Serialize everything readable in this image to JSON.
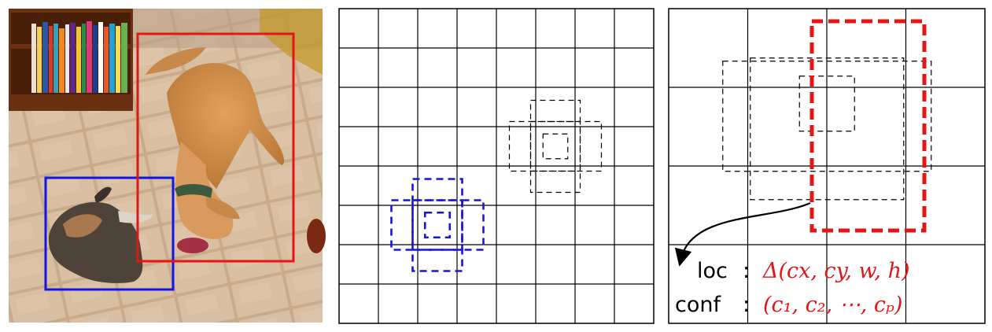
{
  "panels": {
    "photo": {
      "box_colors": {
        "cat": "#1515e0",
        "dog": "#e51515"
      },
      "scene": [
        "bookshelf",
        "tiled-floor",
        "cat",
        "dog"
      ]
    },
    "grid_8x8": {
      "rows": 8,
      "cols": 8,
      "box_colors": {
        "match": "#1515e0",
        "default": "#000000"
      }
    },
    "grid_4x4": {
      "rows": 4,
      "cols": 4,
      "box_colors": {
        "match": "#e51515",
        "default": "#000000"
      }
    }
  },
  "annotations": {
    "loc_label": "loc",
    "loc_value": "Δ(cx, cy, w, h)",
    "conf_label": "conf",
    "conf_value": "(c₁, c₂, ⋯, cₚ)",
    "separator": ":",
    "value_color": "#e51515"
  }
}
